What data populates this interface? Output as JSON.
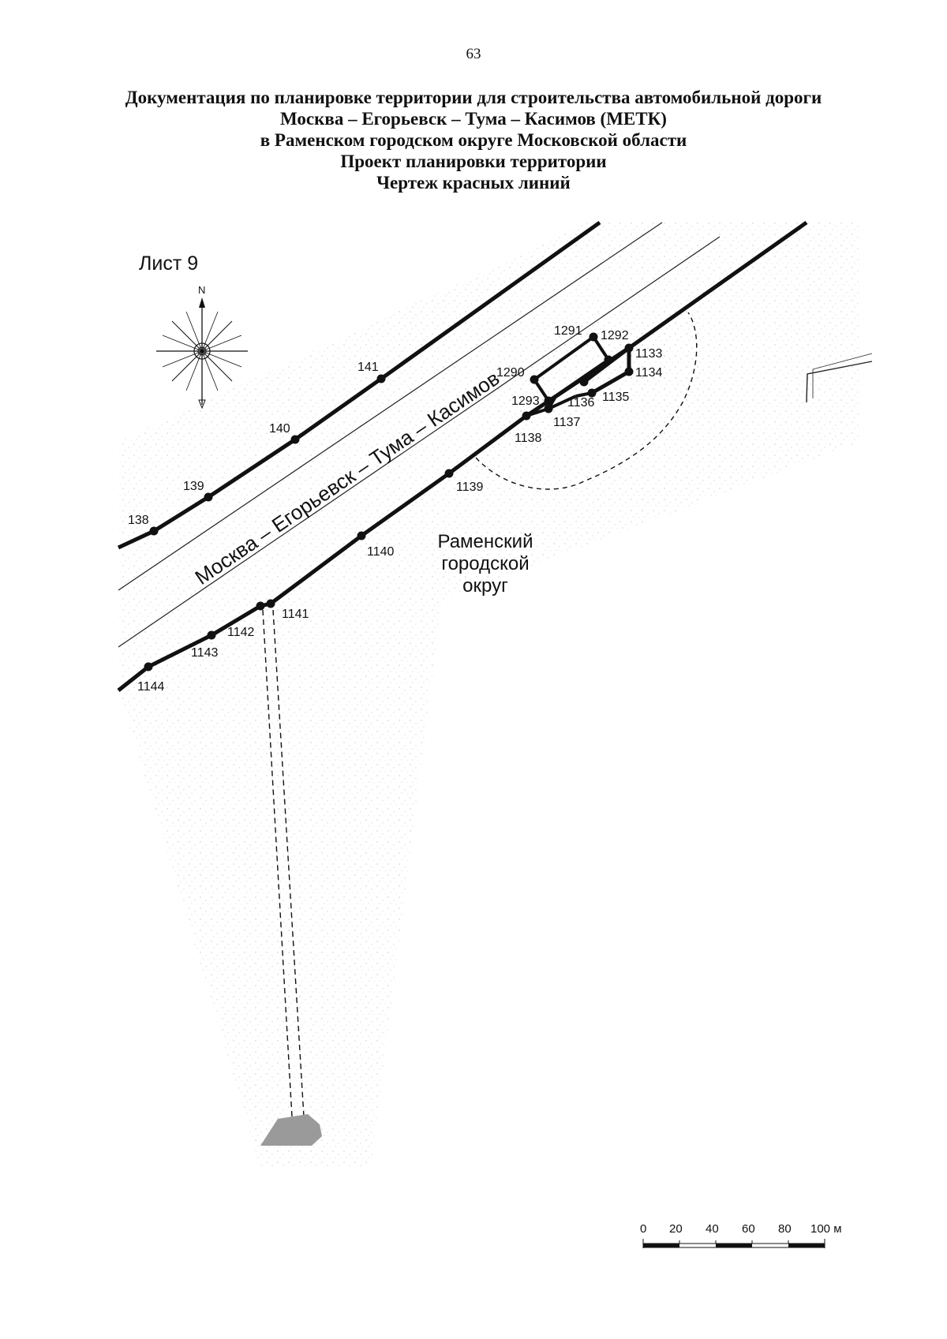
{
  "page": {
    "number": "63"
  },
  "document": {
    "title_lines": [
      "Документация по планировке территории для строительства автомобильной дороги",
      "Москва – Егорьевск – Тума – Касимов (МЕТК)",
      "в Раменском городском округе Московской области",
      "Проект планировки территории",
      "Чертеж красных линий"
    ]
  },
  "map": {
    "sheet_label": "Лист 9",
    "compass_north": "N",
    "road_name": "Москва – Егорьевск – Тума – Касимов",
    "region_lines": [
      "Раменский",
      "городской",
      "округ"
    ],
    "points": {
      "p138": "138",
      "p139": "139",
      "p140": "140",
      "p141": "141",
      "p1133": "1133",
      "p1134": "1134",
      "p1135": "1135",
      "p1136": "1136",
      "p1137": "1137",
      "p1138": "1138",
      "p1139": "1139",
      "p1140": "1140",
      "p1141": "1141",
      "p1142": "1142",
      "p1143": "1143",
      "p1144": "1144",
      "p1290": "1290",
      "p1291": "1291",
      "p1292": "1292",
      "p1293": "1293"
    },
    "colors": {
      "red_line": "#111111",
      "road_edge": "#222222",
      "shading": "#d9d9d9",
      "hatched_area": "#9a9a9a"
    }
  },
  "scale": {
    "labels": [
      "0",
      "20",
      "40",
      "60",
      "80",
      "100 м"
    ]
  }
}
